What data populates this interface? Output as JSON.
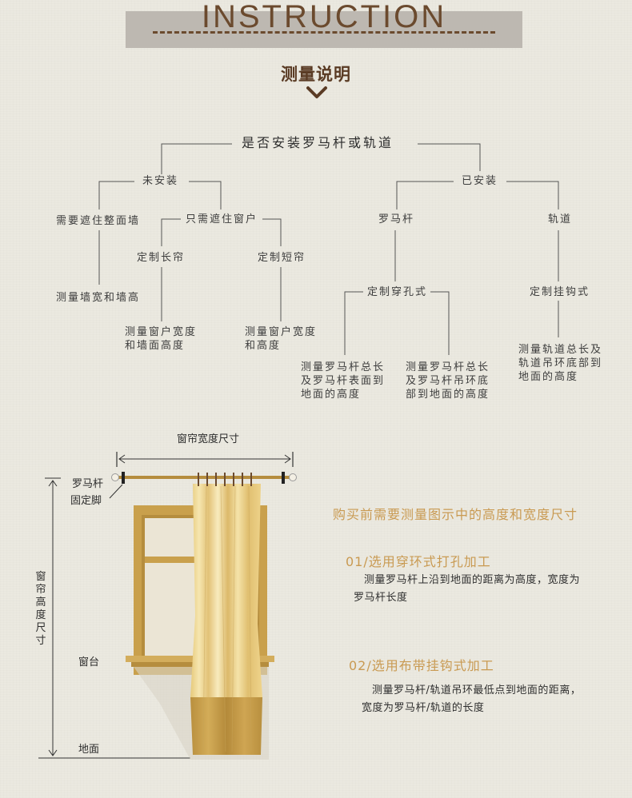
{
  "header": {
    "title": "INSTRUCTION",
    "subtitle": "测量说明"
  },
  "tree": {
    "root": "是否安装罗马杆或轨道",
    "not_installed": "未安装",
    "installed": "已安装",
    "cover_wall": "需要遮住整面墙",
    "cover_window": "只需遮住窗户",
    "measure_wall": "测量墙宽和墙高",
    "custom_long": "定制长帘",
    "custom_short": "定制短帘",
    "long_measure": [
      "测量窗户宽度",
      "和墙面高度"
    ],
    "short_measure": [
      "测量窗户宽度",
      "和高度"
    ],
    "roman_rod": "罗马杆",
    "track": "轨道",
    "custom_grommet": "定制穿孔式",
    "custom_hook": "定制挂钩式",
    "grommet_a": [
      "测量罗马杆总长",
      "及罗马杆表面到",
      "地面的高度"
    ],
    "grommet_b": [
      "测量罗马杆总长",
      "及罗马杆吊环底",
      "部到地面的高度"
    ],
    "track_measure": [
      "测量轨道总长及",
      "轨道吊环底部到",
      "地面的高度"
    ]
  },
  "diagram": {
    "width_label": "窗帘宽度尺寸",
    "rod_label": "罗马杆",
    "bracket_label": "固定脚",
    "height_label": "窗帘高度尺寸",
    "sill_label": "窗台",
    "floor_label": "地面"
  },
  "side": {
    "headline": "购买前需要测量图示中的高度和宽度尺寸",
    "section1_title": "01/选用穿环式打孔加工",
    "section1_body": [
      "测量罗马杆上沿到地面的距离为高度，宽度为",
      "罗马杆长度"
    ],
    "section2_title": "02/选用布带挂钩式加工",
    "section2_body": [
      "测量罗马杆/轨道吊环最低点到地面的距离，",
      "宽度为罗马杆/轨道的长度"
    ]
  },
  "colors": {
    "banner": "#bdb8b1",
    "title_brown": "#6b4a2e",
    "accent_gold": "#c99a52",
    "frame_ochre": "#c9a04c",
    "curtain_light": "#f0dc9f",
    "curtain_band": "#c7a04d"
  }
}
